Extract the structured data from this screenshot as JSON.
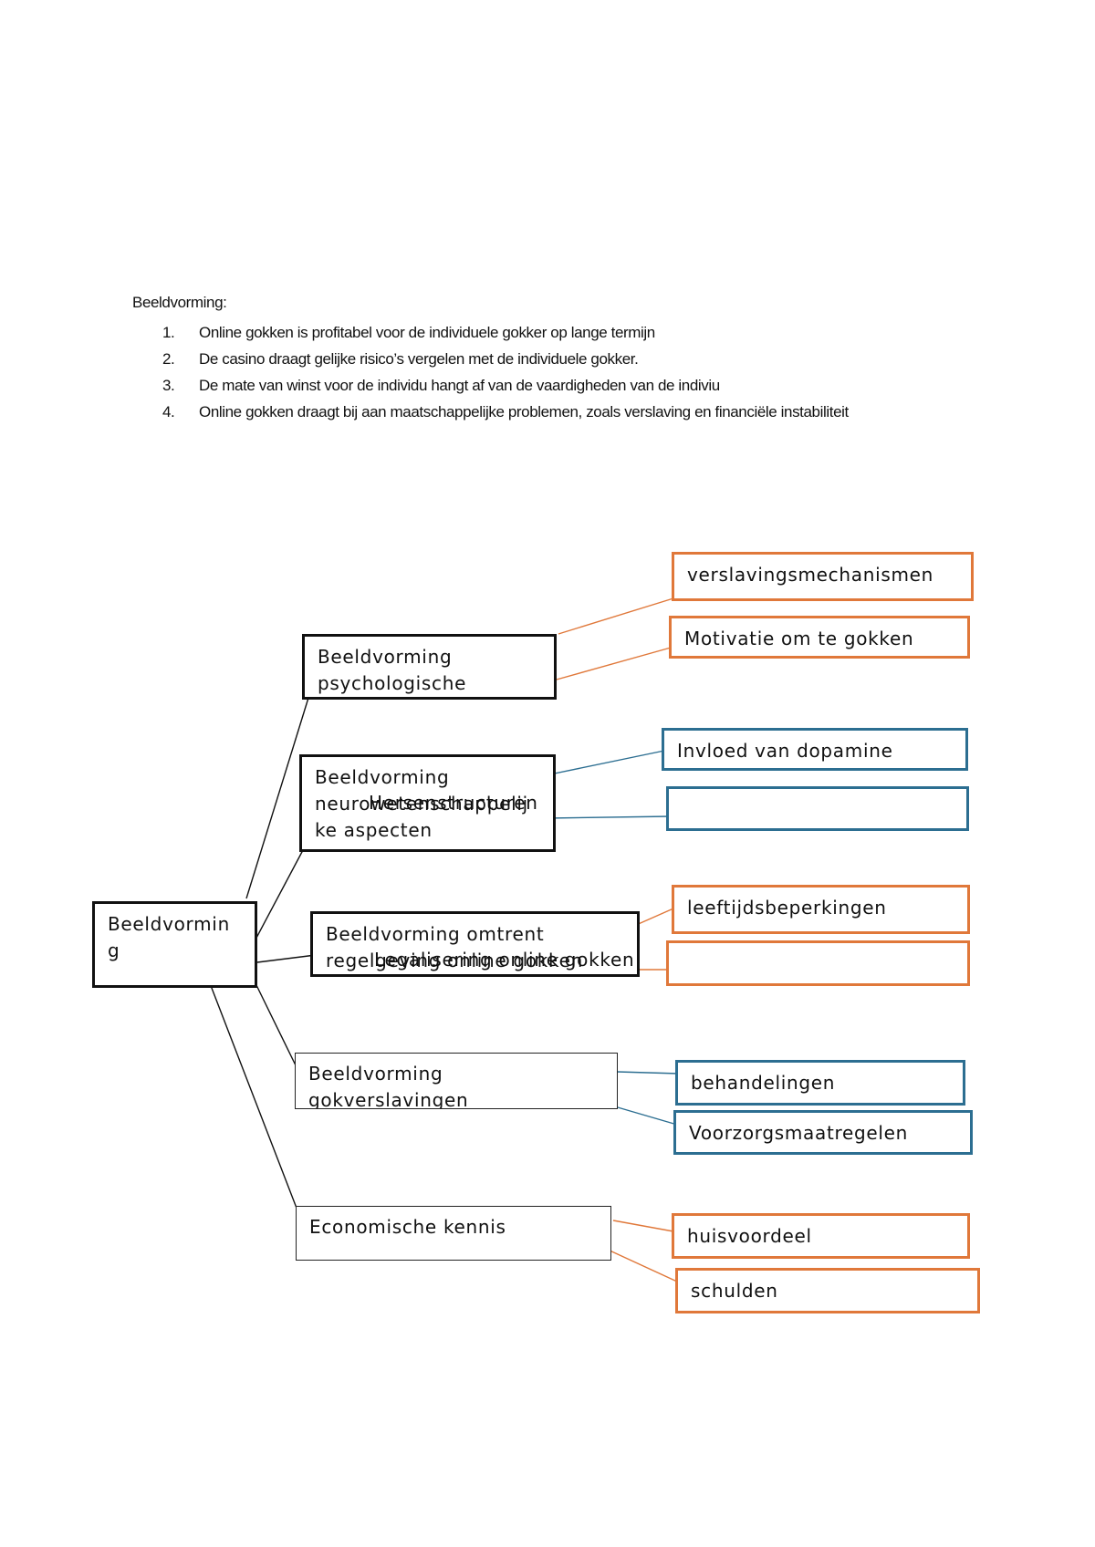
{
  "intro": {
    "heading": "Beeldvorming:",
    "items": [
      {
        "num": "1.",
        "text": "Online gokken is profitabel voor de individuele gokker op lange termijn"
      },
      {
        "num": "2.",
        "text": "De casino draagt gelijke risico’s vergelen met de individuele gokker."
      },
      {
        "num": "3.",
        "text": "De mate van winst voor de individu hangt af van de vaardigheden van de indiviu"
      },
      {
        "num": "4.",
        "text": "Online gokken draagt bij aan maatschappelijke problemen, zoals verslaving en financiële instabiliteit"
      }
    ]
  },
  "diagram": {
    "root": "Beeldvormin g",
    "branches": [
      {
        "label": "Beeldvorming psychologische",
        "children": [
          "verslavingsmechanismen",
          "Motivatie om te gokken"
        ]
      },
      {
        "label": "Beeldvorming neurowetenschappelij ke aspecten",
        "overlay": "Hersenstructuren",
        "children": [
          "Invloed van dopamine",
          ""
        ]
      },
      {
        "label": "Beeldvorming omtrent regelgeving online gokken",
        "overlay": "Legalisering online gokken",
        "children": [
          "leeftijdsbeperkingen",
          ""
        ]
      },
      {
        "label": "Beeldvorming gokverslavingen",
        "children": [
          "behandelingen",
          "Voorzorgsmaatregelen"
        ]
      },
      {
        "label": "Economische kennis",
        "children": [
          "huisvoordeel",
          "schulden"
        ]
      }
    ],
    "colors": {
      "orange": "#e0783a",
      "blue": "#2c6e91",
      "black": "#111111"
    }
  }
}
